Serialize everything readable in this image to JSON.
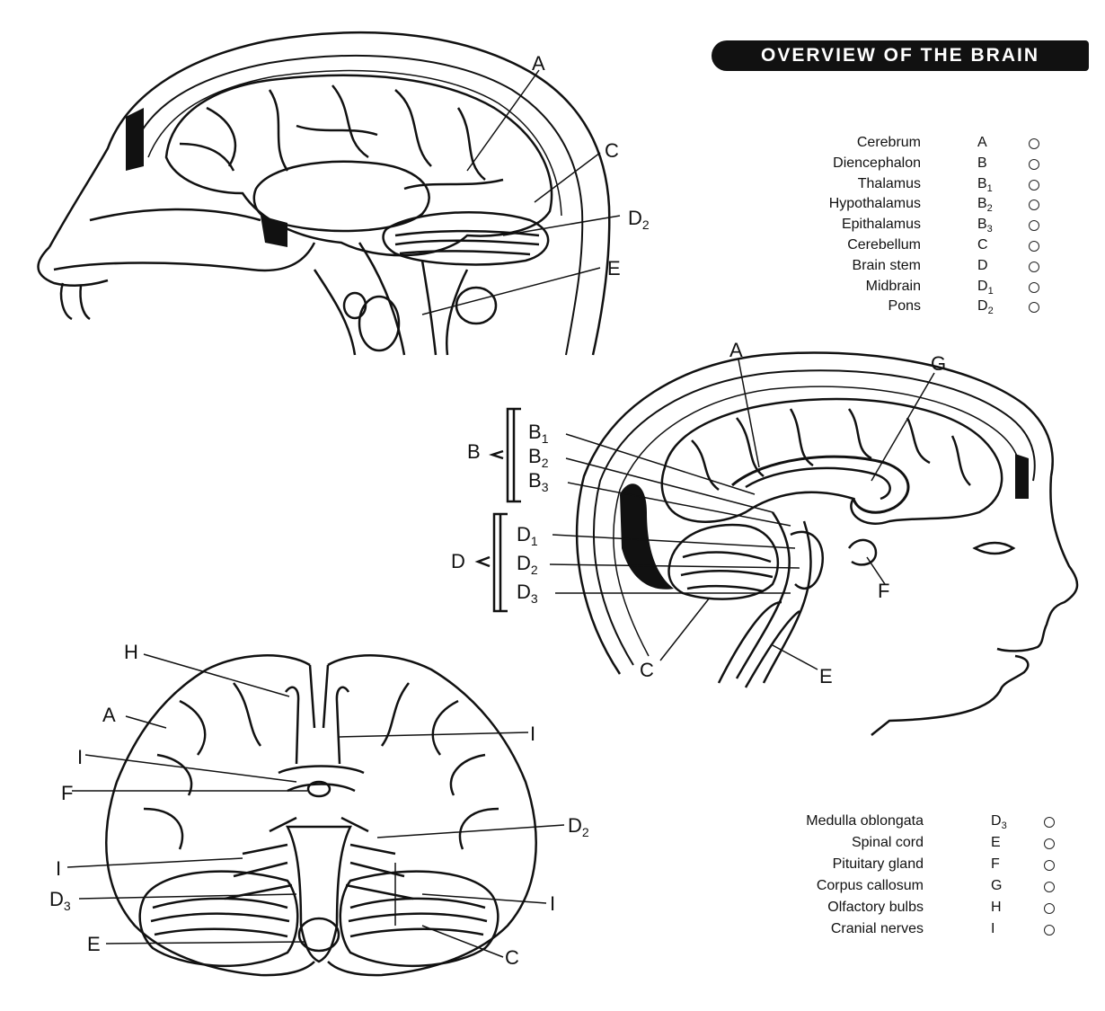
{
  "title": "OVERVIEW OF THE BRAIN",
  "legend_top": [
    {
      "name": "Cerebrum",
      "code": "A",
      "sub": ""
    },
    {
      "name": "Diencephalon",
      "code": "B",
      "sub": ""
    },
    {
      "name": "Thalamus",
      "code": "B",
      "sub": "1"
    },
    {
      "name": "Hypothalamus",
      "code": "B",
      "sub": "2"
    },
    {
      "name": "Epithalamus",
      "code": "B",
      "sub": "3"
    },
    {
      "name": "Cerebellum",
      "code": "C",
      "sub": ""
    },
    {
      "name": "Brain stem",
      "code": "D",
      "sub": ""
    },
    {
      "name": "Midbrain",
      "code": "D",
      "sub": "1"
    },
    {
      "name": "Pons",
      "code": "D",
      "sub": "2"
    }
  ],
  "legend_bottom": [
    {
      "name": "Medulla oblongata",
      "code": "D",
      "sub": "3"
    },
    {
      "name": "Spinal cord",
      "code": "E",
      "sub": ""
    },
    {
      "name": "Pituitary gland",
      "code": "F",
      "sub": ""
    },
    {
      "name": "Corpus callosum",
      "code": "G",
      "sub": ""
    },
    {
      "name": "Olfactory bulbs",
      "code": "H",
      "sub": ""
    },
    {
      "name": "Cranial nerves",
      "code": "I",
      "sub": ""
    }
  ],
  "labels": {
    "lateral": {
      "A": "A",
      "C": "C",
      "D2": "D",
      "D2_sub": "2",
      "E": "E"
    },
    "sagittal": {
      "A": "A",
      "G": "G",
      "B": "B",
      "B1": "B",
      "B1_sub": "1",
      "B2": "B",
      "B2_sub": "2",
      "B3": "B",
      "B3_sub": "3",
      "D": "D",
      "D1": "D",
      "D1_sub": "1",
      "D2": "D",
      "D2_sub": "2",
      "D3": "D",
      "D3_sub": "3",
      "F": "F",
      "C": "C",
      "E": "E"
    },
    "inferior": {
      "H": "H",
      "A": "A",
      "I1": "I",
      "I2": "I",
      "F": "F",
      "D2": "D",
      "D2_sub": "2",
      "I3": "I",
      "D3": "D",
      "D3_sub": "3",
      "I4": "I",
      "E": "E",
      "C": "C"
    }
  }
}
